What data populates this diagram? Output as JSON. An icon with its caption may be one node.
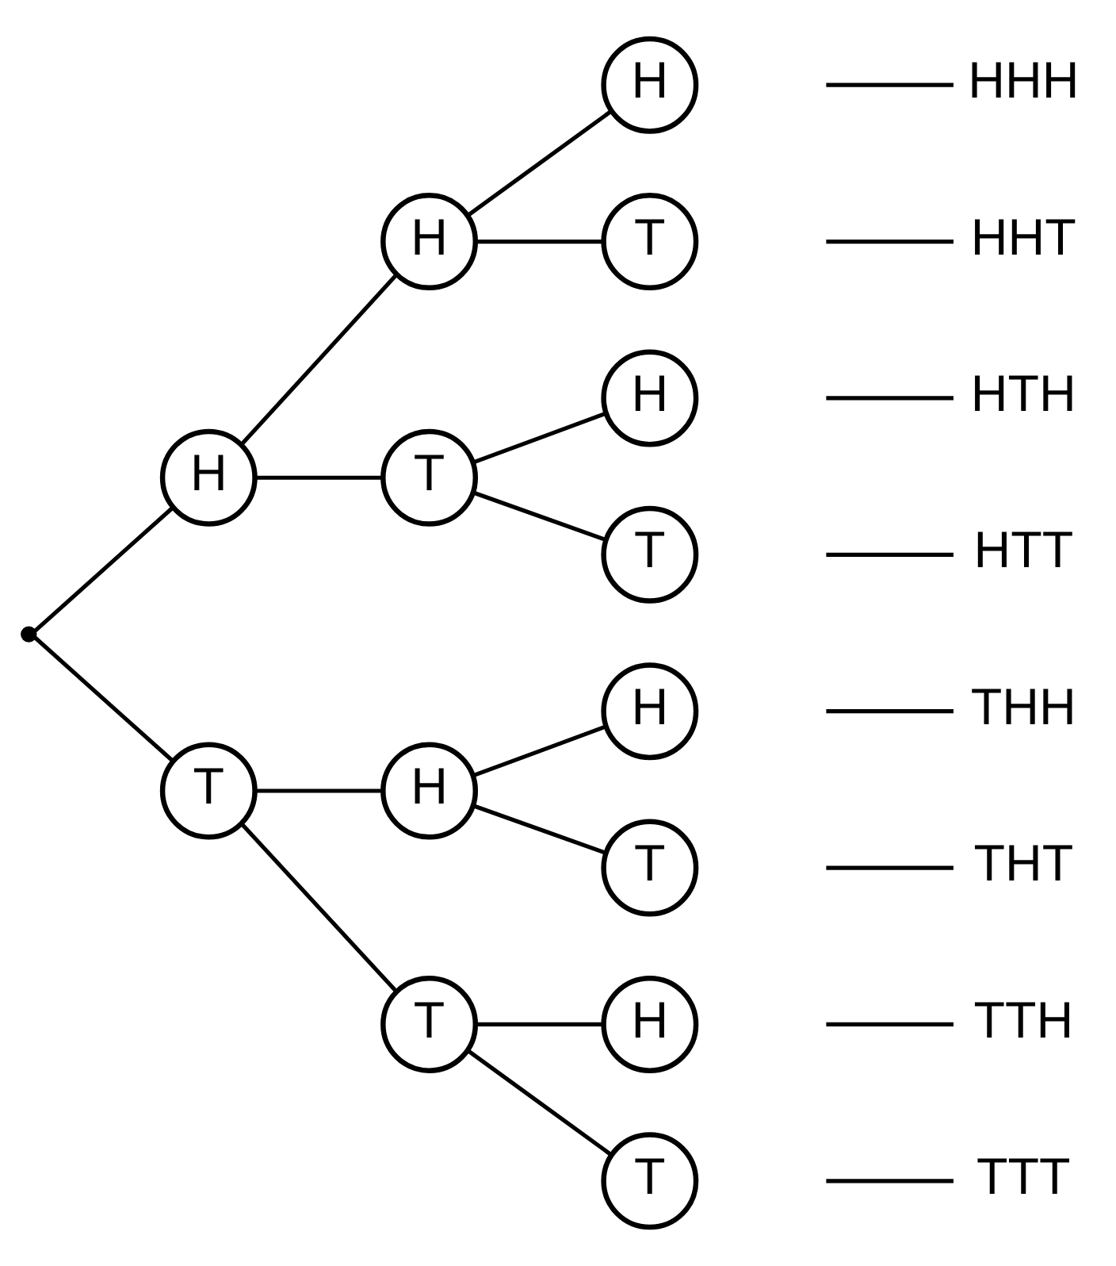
{
  "diagram": {
    "nodes": [
      {
        "text": [],
        "shape": "dot"
      },
      {
        "text": [
          "H"
        ]
      },
      {
        "text": [
          "H"
        ]
      },
      {
        "text": [
          "H"
        ]
      },
      {
        "text": [
          "T"
        ]
      },
      {
        "text": [
          "T"
        ]
      },
      {
        "text": [
          "H"
        ]
      },
      {
        "text": [
          "T"
        ]
      },
      {
        "text": [
          "T"
        ]
      },
      {
        "text": [
          "H"
        ]
      },
      {
        "text": [
          "H"
        ]
      },
      {
        "text": [
          "T"
        ]
      },
      {
        "text": [
          "T"
        ]
      },
      {
        "text": [
          "H"
        ]
      },
      {
        "text": [
          "T"
        ]
      },
      {
        "text": [
          "HHH"
        ]
      },
      {
        "text": [
          "HHT"
        ]
      },
      {
        "text": [
          "HTH"
        ]
      },
      {
        "text": [
          "HTT"
        ]
      },
      {
        "text": [
          "THH"
        ]
      },
      {
        "text": [
          "THT"
        ]
      },
      {
        "text": [
          "TTH"
        ]
      },
      {
        "text": [
          "TTT"
        ]
      }
    ],
    "edges": [
      {
        "from": 0,
        "to": 1,
        "arrow": "none"
      },
      {
        "from": 0,
        "to": 8,
        "arrow": "none"
      },
      {
        "from": 1,
        "to": 2,
        "arrow": "none"
      },
      {
        "from": 1,
        "to": 5,
        "arrow": "none"
      },
      {
        "from": 2,
        "to": 3,
        "arrow": "none"
      },
      {
        "from": 2,
        "to": 4,
        "arrow": "none"
      },
      {
        "from": 5,
        "to": 6,
        "arrow": "none"
      },
      {
        "from": 5,
        "to": 7,
        "arrow": "none"
      },
      {
        "from": 8,
        "to": 9,
        "arrow": "none"
      },
      {
        "from": 8,
        "to": 12,
        "arrow": "none"
      },
      {
        "from": 9,
        "to": 10,
        "arrow": "none"
      },
      {
        "from": 9,
        "to": 11,
        "arrow": "none"
      },
      {
        "from": 12,
        "to": 13,
        "arrow": "none"
      },
      {
        "from": 12,
        "to": 14,
        "arrow": "none"
      },
      {
        "from": null,
        "to": 15,
        "arrow": "none"
      },
      {
        "from": null,
        "to": 16,
        "arrow": "none"
      },
      {
        "from": null,
        "to": 17,
        "arrow": "none"
      },
      {
        "from": null,
        "to": 18,
        "arrow": "none"
      },
      {
        "from": null,
        "to": 19,
        "arrow": "none"
      },
      {
        "from": null,
        "to": 20,
        "arrow": "none"
      },
      {
        "from": null,
        "to": 21,
        "arrow": "none"
      },
      {
        "from": null,
        "to": 22,
        "arrow": "none"
      }
    ]
  }
}
